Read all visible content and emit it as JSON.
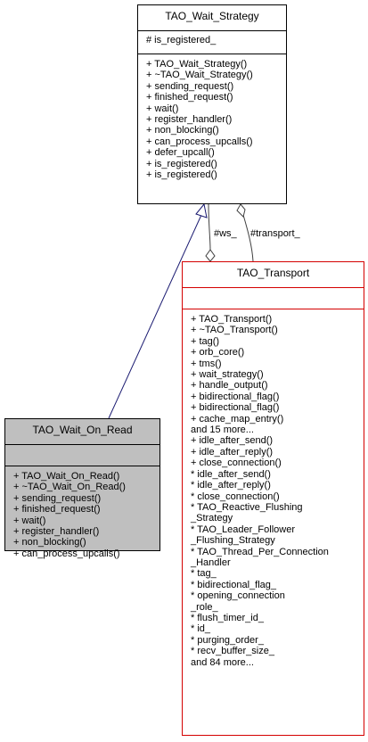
{
  "wait_strategy": {
    "name": "TAO_Wait_Strategy",
    "attributes": [
      "# is_registered_"
    ],
    "methods": [
      "+ TAO_Wait_Strategy()",
      "+ ~TAO_Wait_Strategy()",
      "+ sending_request()",
      "+ finished_request()",
      "+ wait()",
      "+ register_handler()",
      "+ non_blocking()",
      "+ can_process_upcalls()",
      "+ defer_upcall()",
      "+ is_registered()",
      "+ is_registered()"
    ]
  },
  "wait_on_read": {
    "name": "TAO_Wait_On_Read",
    "methods": [
      "+ TAO_Wait_On_Read()",
      "+ ~TAO_Wait_On_Read()",
      "+ sending_request()",
      "+ finished_request()",
      "+ wait()",
      "+ register_handler()",
      "+ non_blocking()",
      "+ can_process_upcalls()"
    ]
  },
  "transport": {
    "name": "TAO_Transport",
    "members": [
      "+ TAO_Transport()",
      "+ ~TAO_Transport()",
      "+ tag()",
      "+ orb_core()",
      "+ tms()",
      "+ wait_strategy()",
      "+ handle_output()",
      "+ bidirectional_flag()",
      "+ bidirectional_flag()",
      "+ cache_map_entry()",
      "and 15 more...",
      "+ idle_after_send()",
      "+ idle_after_reply()",
      "+ close_connection()",
      "* idle_after_send()",
      "* idle_after_reply()",
      "* close_connection()",
      "* TAO_Reactive_Flushing",
      "_Strategy",
      "* TAO_Leader_Follower",
      "_Flushing_Strategy",
      "* TAO_Thread_Per_Connection",
      "_Handler",
      "* tag_",
      "* bidirectional_flag_",
      "* opening_connection",
      "_role_",
      "* flush_timer_id_",
      "* id_",
      "* purging_order_",
      "* recv_buffer_size_",
      "and 84 more..."
    ]
  },
  "edges": {
    "ws_label": "#ws_",
    "transport_label": "#transport_"
  },
  "colors": {
    "transport_border": "#d40000",
    "derived_fill": "#bfbfbf",
    "inherit_edge": "#191970",
    "assoc_edge": "#404040"
  }
}
